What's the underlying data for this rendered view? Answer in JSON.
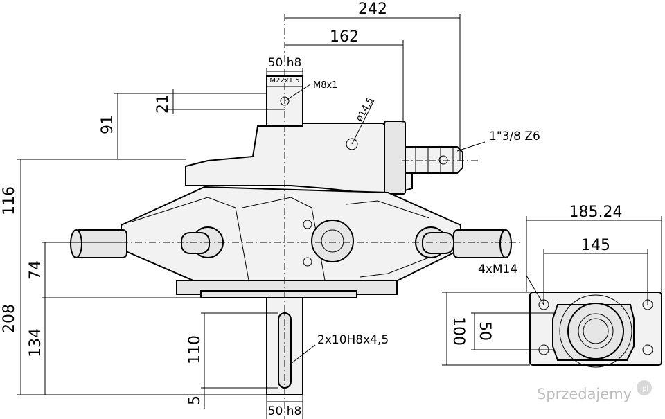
{
  "dimensions": {
    "top_overall_width": "242",
    "top_shaft_offset": "162",
    "top_shaft_diameter": "50 h8",
    "top_thread": "M22x1,5",
    "top_bolt": "M8x1",
    "top_shaft_height": "21",
    "top_shaft_length": "91",
    "hole_diameter": "ø14,5",
    "spline_spec": "1\"3/8 Z6",
    "overall_height_upper": "116",
    "axis_to_bottom": "74",
    "overall_height_total": "208",
    "bottom_shaft_length_total": "134",
    "key_spec": "2x10H8x4,5",
    "key_length": "110",
    "key_offset": "5",
    "bottom_shaft_diameter": "50 h8",
    "flange_width": "185.24",
    "flange_bolt_spacing": "145",
    "flange_bolts": "4xM14",
    "flange_height": "100",
    "flange_inner": "50"
  },
  "watermark": "Sprzedajemy",
  "watermark_suffix": ".pl"
}
